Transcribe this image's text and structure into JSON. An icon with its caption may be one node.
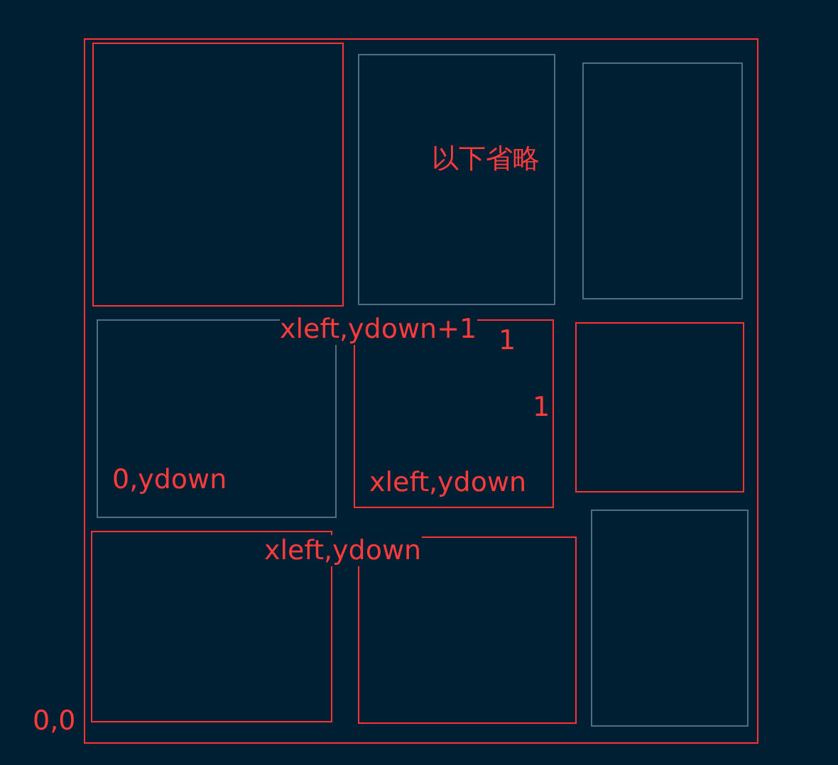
{
  "diagram": {
    "nodes": [
      {
        "text": [],
        "shape": "box"
      },
      {
        "text": [],
        "shape": "box",
        "in": 0
      },
      {
        "text": [
          "以下省略"
        ],
        "in": 0
      },
      {
        "text": [],
        "shape": "box",
        "in": 0
      },
      {
        "text": [
          "0,ydown"
        ],
        "in": 0
      },
      {
        "text": [
          "xleft,ydown"
        ],
        "in": 0
      },
      {
        "text": [],
        "shape": "box",
        "in": 0
      },
      {
        "text": [],
        "shape": "box",
        "in": 0
      },
      {
        "text": [],
        "shape": "box",
        "in": 0
      },
      {
        "text": [],
        "shape": "box",
        "in": 0
      }
    ],
    "edges": [],
    "labels": [
      "xleft,ydown+1",
      "1",
      "1",
      "xleft,ydown",
      "0,0"
    ]
  }
}
